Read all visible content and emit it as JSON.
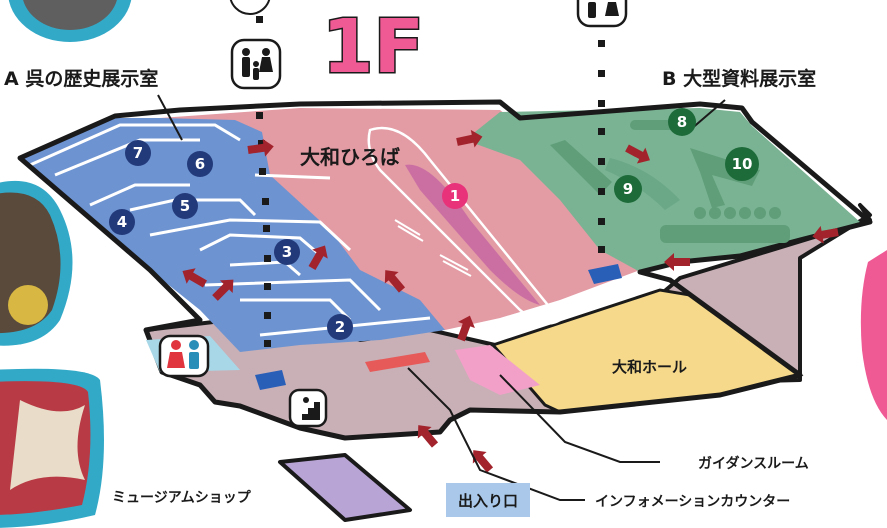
{
  "floor_label": "1F",
  "areas": {
    "a_exhibit": "A 呉の歴史展示室",
    "b_exhibit": "B 大型資料展示室",
    "plaza": "大和ひろば",
    "hall": "大和ホール",
    "guidance_room": "ガイダンスルーム",
    "info_counter": "インフォメーションカウンター",
    "museum_shop": "ミュージアムショップ",
    "entrance": "出入り口"
  },
  "exhibit_points": [
    {
      "number": "1",
      "color": "#e8327a"
    },
    {
      "number": "2",
      "color": "#233a7a"
    },
    {
      "number": "3",
      "color": "#233a7a"
    },
    {
      "number": "4",
      "color": "#233a7a"
    },
    {
      "number": "5",
      "color": "#233a7a"
    },
    {
      "number": "6",
      "color": "#233a7a"
    },
    {
      "number": "7",
      "color": "#233a7a"
    },
    {
      "number": "8",
      "color": "#1e6b3a"
    },
    {
      "number": "9",
      "color": "#1e6b3a"
    },
    {
      "number": "10",
      "color": "#1e6b3a"
    }
  ],
  "icons": [
    "family-elevator-icon",
    "restroom-icon",
    "stairs-icon"
  ],
  "colors": {
    "a_zone": "#6d93d1",
    "plaza": "#e39ba4",
    "b_zone": "#7ab393",
    "hall": "#f6d98a",
    "guidance": "#f2a0c8",
    "lower_floor": "#c8b0b6",
    "shop": "#b9a4d6",
    "entrance_box": "#a9c8ea",
    "arrow": "#a3232c",
    "outline": "#1a1a1a"
  }
}
